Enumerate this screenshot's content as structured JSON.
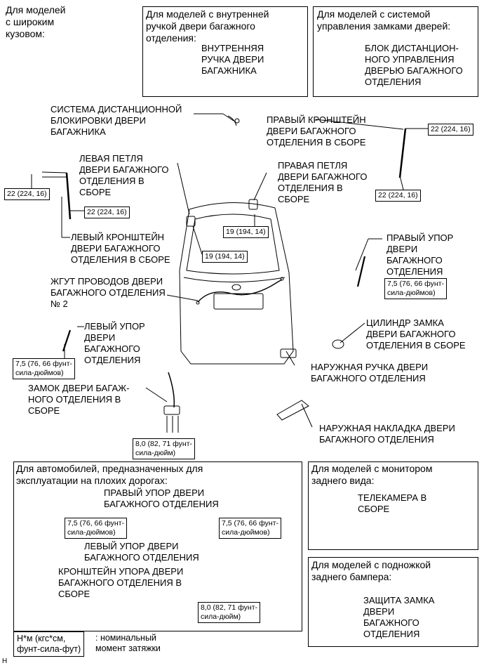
{
  "wide_body": "Для моделей\nс широким\nкузовом:",
  "box_inner_handle": {
    "header": "Для моделей с внутренней\nручкой двери багажного\nотделения:",
    "part": "ВНУТРЕННЯЯ\nРУЧКА ДВЕРИ\nБАГАЖНИКА"
  },
  "box_lock_control": {
    "header": "Для моделей с системой\nуправления замками дверей:",
    "part": "БЛОК ДИСТАНЦИОН-\nНОГО УПРАВЛЕНИЯ\nДВЕРЬЮ БАГАЖНОГО\nОТДЕЛЕНИЯ"
  },
  "labels": {
    "remote_lock": "СИСТЕМА ДИСТАНЦИОННОЙ\nБЛОКИРОВКИ ДВЕРИ\nБАГАЖНИКА",
    "right_bracket": "ПРАВЫЙ КРОНШТЕЙН\nДВЕРИ БАГАЖНОГО\nОТДЕЛЕНИЯ В СБОРЕ",
    "left_hinge": "ЛЕВАЯ ПЕТЛЯ\nДВЕРИ БАГАЖНОГО\nОТДЕЛЕНИЯ В\nСБОРЕ",
    "right_hinge": "ПРАВАЯ ПЕТЛЯ\nДВЕРИ БАГАЖНОГО\nОТДЕЛЕНИЯ В\nСБОРЕ",
    "left_bracket": "ЛЕВЫЙ КРОНШТЕЙН\nДВЕРИ БАГАЖНОГО\nОТДЕЛЕНИЯ В СБОРЕ",
    "right_stay": "ПРАВЫЙ УПОР\nДВЕРИ\nБАГАЖНОГО\nОТДЕЛЕНИЯ",
    "wire_harness": "ЖГУТ ПРОВОДОВ ДВЕРИ\nБАГАЖНОГО ОТДЕЛЕНИЯ\n№ 2",
    "left_stay": "ЛЕВЫЙ УПОР\nДВЕРИ\nБАГАЖНОГО\nОТДЕЛЕНИЯ",
    "lock_cylinder": "ЦИЛИНДР ЗАМКА\nДВЕРИ БАГАЖНОГО\nОТДЕЛЕНИЯ В СБОРЕ",
    "outer_handle": "НАРУЖНАЯ РУЧКА ДВЕРИ\nБАГАЖНОГО ОТДЕЛЕНИЯ",
    "door_lock": "ЗАМОК ДВЕРИ БАГАЖ-\nНОГО ОТДЕЛЕНИЯ В\nСБОРЕ",
    "outer_garnish": "НАРУЖНАЯ НАКЛАДКА ДВЕРИ\nБАГАЖНОГО ОТДЕЛЕНИЯ"
  },
  "torques": {
    "t22_a": "22 (224, 16)",
    "t22_b": "22 (224, 16)",
    "t22_c": "22 (224, 16)",
    "t22_d": "22 (224, 16)",
    "t19_a": "19 (194, 14)",
    "t19_b": "19 (194, 14)",
    "t75_right": "7,5 (76, 66 фунт-\nсила-дюймов)",
    "t75_left": "7,5 (76, 66 фунт-\nсила-дюймов)",
    "t80_lock": "8,0 (82, 71 фунт-\nсила-дюйм)"
  },
  "box_rough_road": {
    "header": "Для автомобилей, предназначенных для\nэксплуатации на плохих дорогах:",
    "right_stay": "ПРАВЫЙ УПОР ДВЕРИ\nБАГАЖНОГО ОТДЕЛЕНИЯ",
    "left_stay": "ЛЕВЫЙ УПОР ДВЕРИ\nБАГАЖНОГО ОТДЕЛЕНИЯ",
    "stay_bracket": "КРОНШТЕЙН УПОРА ДВЕРИ\nБАГАЖНОГО ОТДЕЛЕНИЯ В\nСБОРЕ",
    "t75_left": "7,5 (76, 66 фунт-\nсила-дюймов)",
    "t75_right": "7,5 (76, 66 фунт-\nсила-дюймов)",
    "t80": "8,0 (82, 71 фунт-\nсила-дюйм)"
  },
  "box_camera": {
    "header": "Для моделей с монитором\nзаднего вида:",
    "part": "ТЕЛЕКАМЕРА В\nСБОРЕ"
  },
  "box_step": {
    "header": "Для моделей с подножкой\nзаднего бампера:",
    "part": "ЗАЩИТА ЗАМКА\nДВЕРИ\nБАГАЖНОГО\nОТДЕЛЕНИЯ"
  },
  "legend": {
    "unit": "Н*м (кгс*см,\nфунт-сила-фут)",
    "meaning": ": номинальный\nмомент затяжки"
  },
  "footer_code": "H"
}
